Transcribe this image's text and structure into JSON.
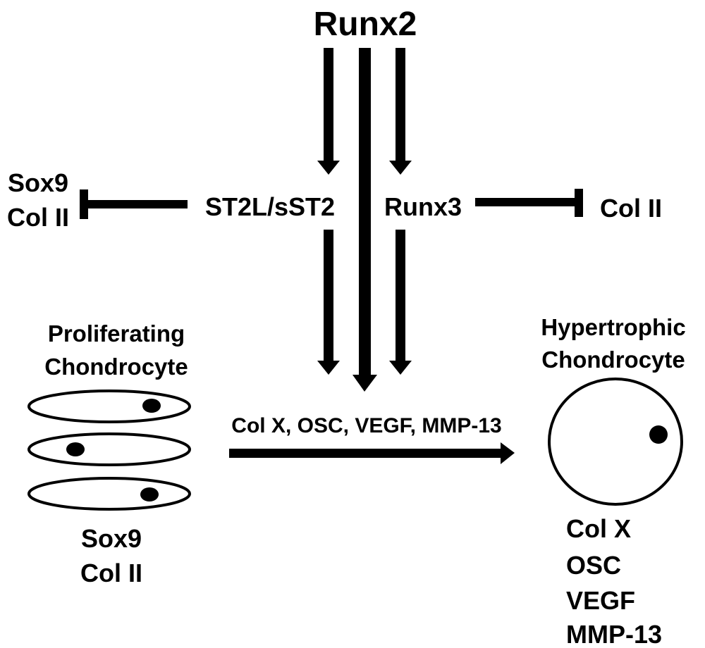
{
  "title": "Runx2",
  "mediators": {
    "left": "ST2L/sST2",
    "right": "Runx3"
  },
  "inhibited_left": {
    "line1": "Sox9",
    "line2": "Col II"
  },
  "inhibited_right": {
    "line1": "Col II"
  },
  "proliferating": {
    "label_line1": "Proliferating",
    "label_line2": "Chondrocyte",
    "markers_line1": "Sox9",
    "markers_line2": "Col II"
  },
  "hypertrophic": {
    "label_line1": "Hypertrophic",
    "label_line2": "Chondrocyte",
    "markers": [
      "Col X",
      "OSC",
      "VEGF",
      "MMP-13"
    ]
  },
  "transition_label": "Col X, OSC, VEGF, MMP-13",
  "colors": {
    "ink": "#000000",
    "background": "#ffffff"
  }
}
